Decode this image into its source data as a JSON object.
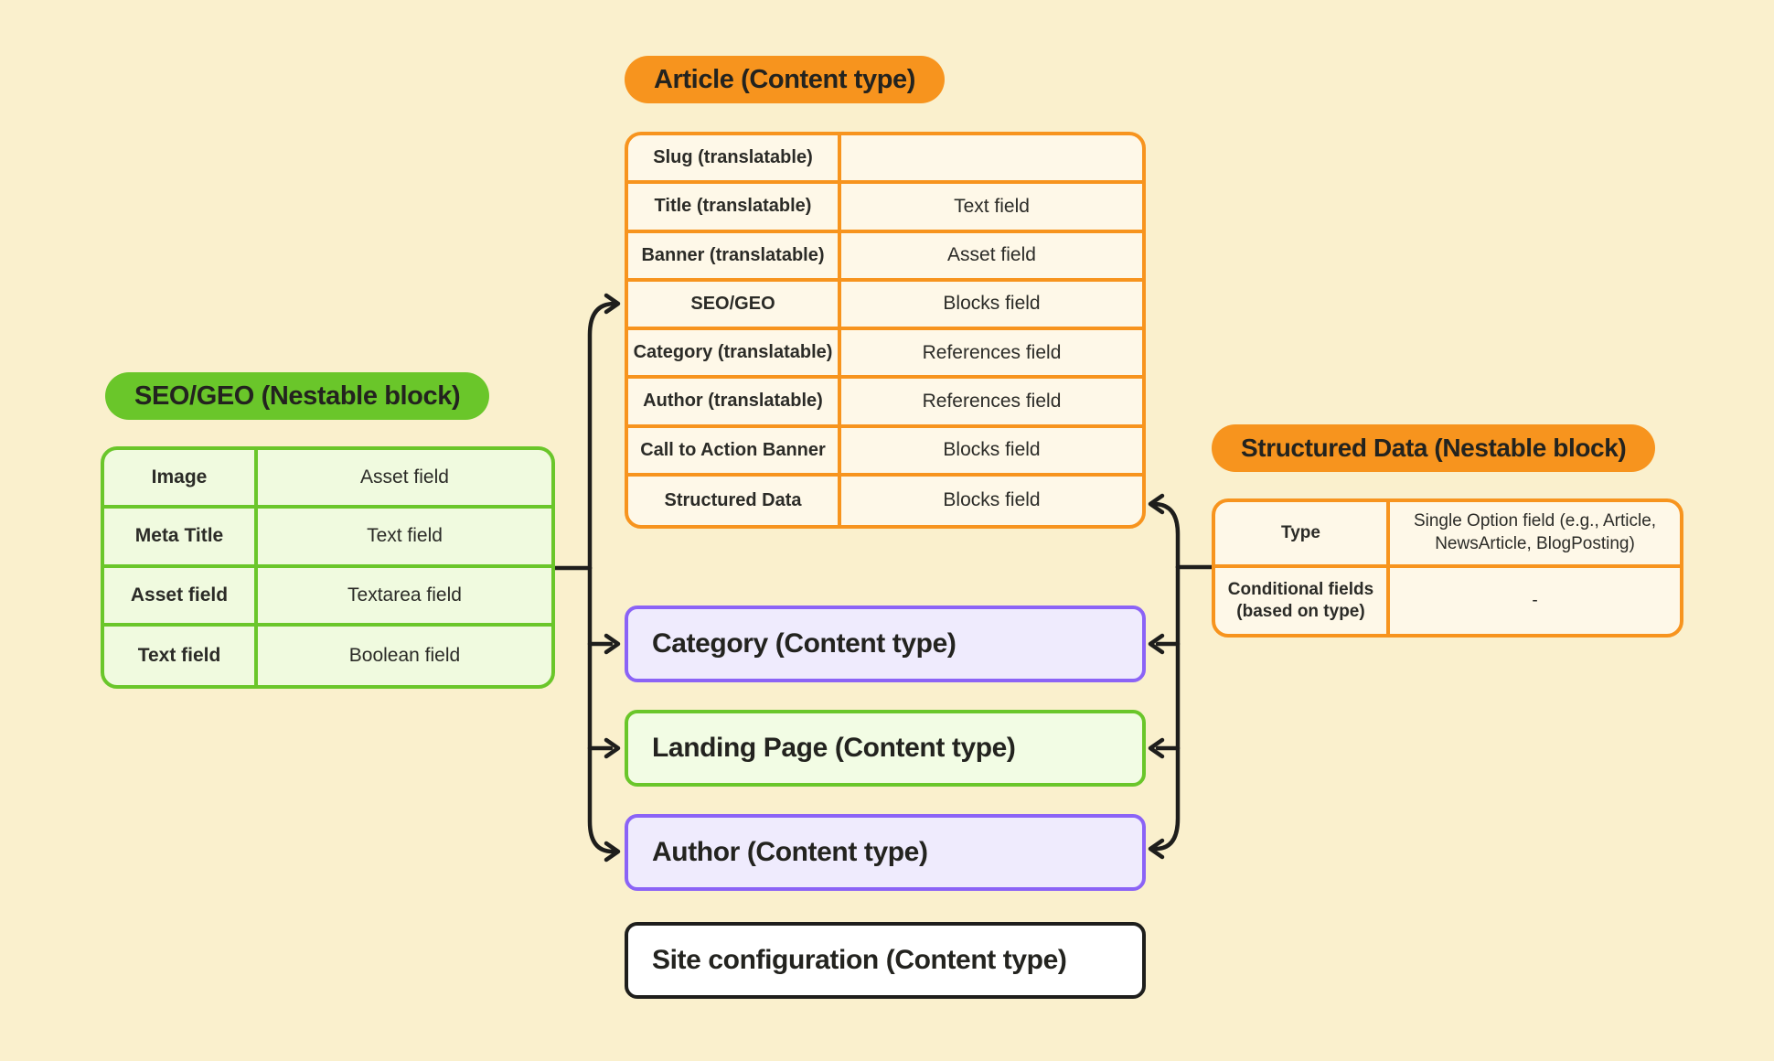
{
  "colors": {
    "bg": "#FAF0CD",
    "orange": "#F7941E",
    "orange_fill": "#FEF8E8",
    "green": "#6AC62A",
    "green_fill": "#F0FADF",
    "green_fill_light": "#F2FCE4",
    "purple": "#8B63F6",
    "purple_fill": "#EFEBFD",
    "ink": "#1E1E1C",
    "box_fill_white": "#FFFFFF",
    "text": "#2B2B27"
  },
  "pills": {
    "article": "Article (Content type)",
    "seo_geo": "SEO/GEO (Nestable block)",
    "structured_data": "Structured Data (Nestable block)"
  },
  "article_table": {
    "rows": [
      {
        "field": "Slug (translatable)",
        "type": ""
      },
      {
        "field": "Title (translatable)",
        "type": "Text field"
      },
      {
        "field": "Banner (translatable)",
        "type": "Asset field"
      },
      {
        "field": "SEO/GEO",
        "type": "Blocks field"
      },
      {
        "field": "Category (translatable)",
        "type": "References field"
      },
      {
        "field": "Author (translatable)",
        "type": "References field"
      },
      {
        "field": "Call to Action Banner",
        "type": "Blocks field"
      },
      {
        "field": "Structured Data",
        "type": "Blocks field"
      }
    ]
  },
  "seo_geo_table": {
    "rows": [
      {
        "field": "Image",
        "type": "Asset field"
      },
      {
        "field": "Meta Title",
        "type": "Text field"
      },
      {
        "field": "Asset field",
        "type": "Textarea field"
      },
      {
        "field": "Text field",
        "type": "Boolean field"
      }
    ]
  },
  "structured_data_table": {
    "rows": [
      {
        "field": "Type",
        "type": "Single Option field (e.g., Article, NewsArticle, BlogPosting)"
      },
      {
        "field": "Conditional fields (based on type)",
        "type": "-"
      }
    ]
  },
  "boxes": {
    "category": "Category (Content type)",
    "landing_page": "Landing Page (Content type)",
    "author": "Author (Content type)",
    "site_configuration": "Site configuration (Content type)"
  }
}
